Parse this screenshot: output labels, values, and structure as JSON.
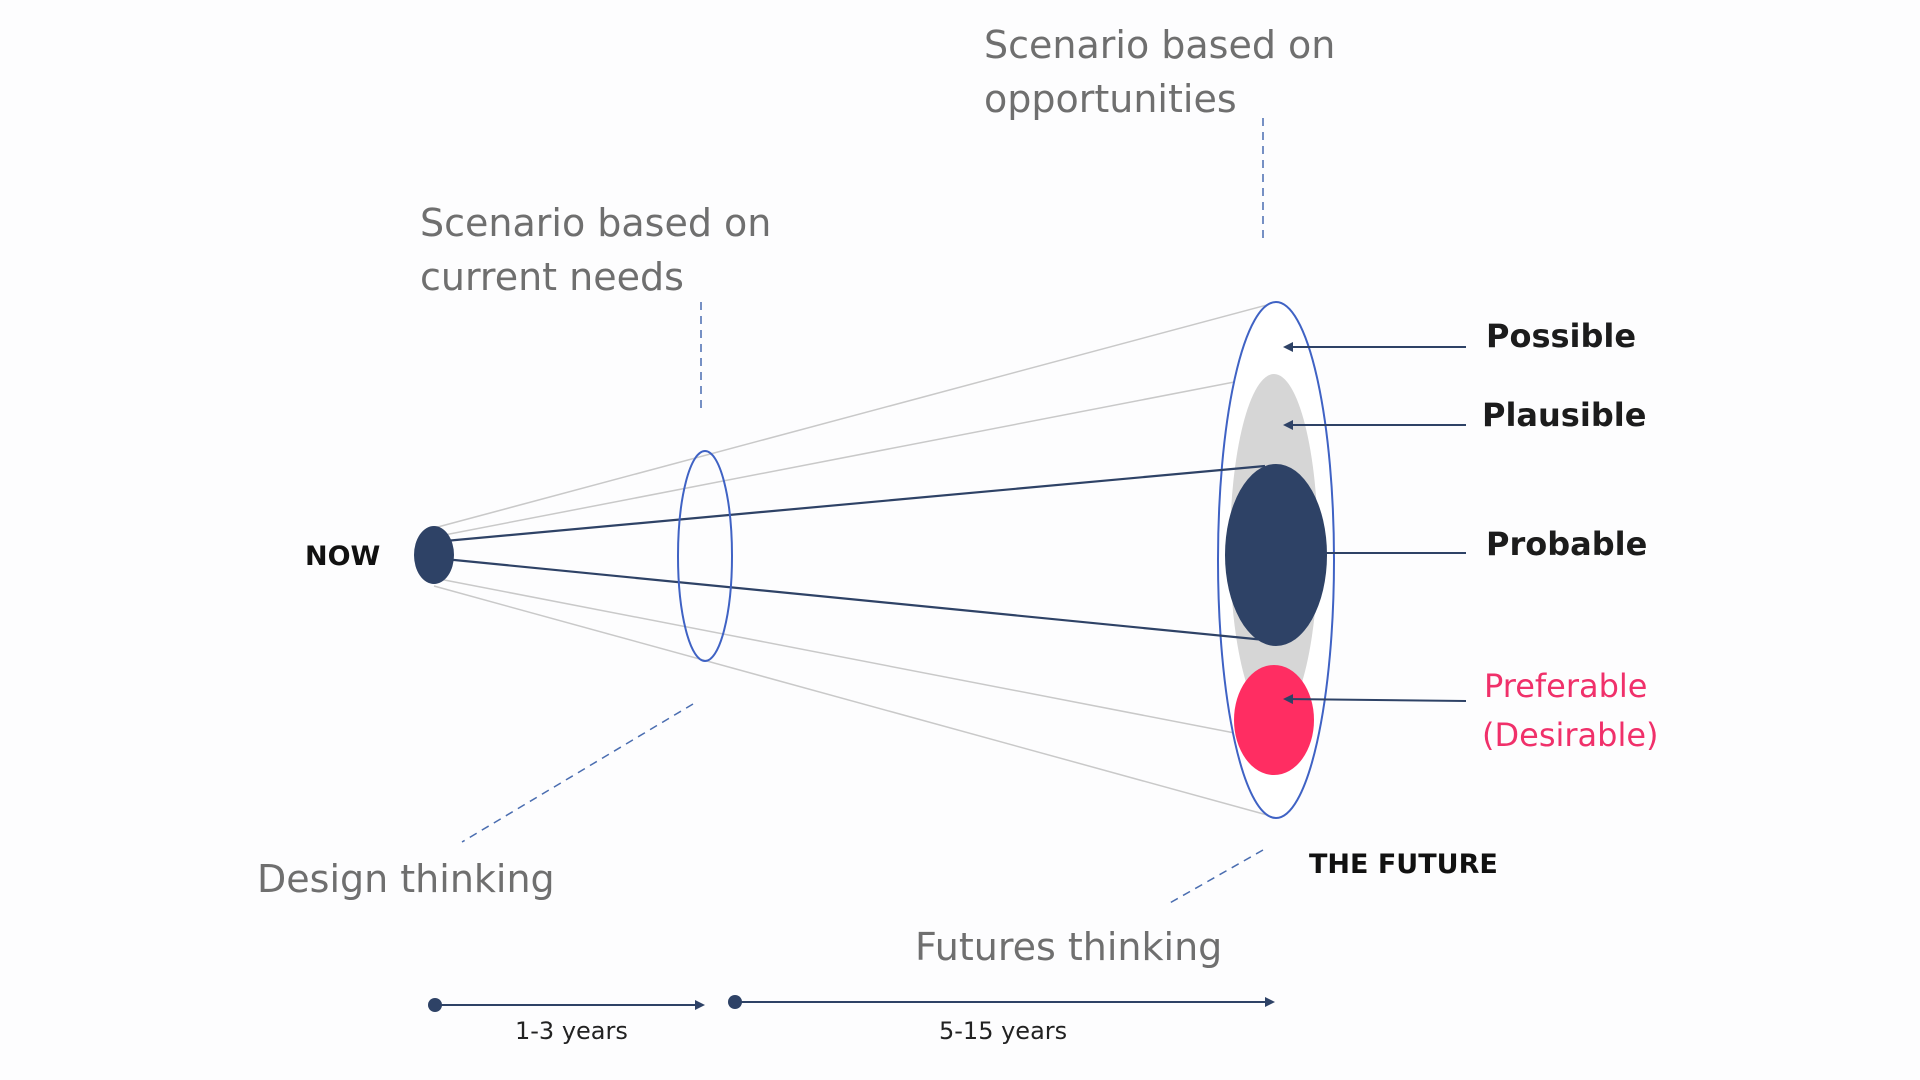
{
  "labels": {
    "now": "NOW",
    "the_future": "THE FUTURE",
    "scenario_opportunities_line1": "Scenario based on",
    "scenario_opportunities_line2": "opportunities",
    "scenario_current_line1": "Scenario based on",
    "scenario_current_line2": "current needs",
    "design_thinking": "Design thinking",
    "futures_thinking": "Futures thinking",
    "possible": "Possible",
    "plausible": "Plausible",
    "probable": "Probable",
    "preferable_line1": "Preferable",
    "preferable_line2": "(Desirable)"
  },
  "timeline": {
    "short_range": "1-3 years",
    "long_range": "5-15 years"
  },
  "colors": {
    "navy": "#2e4266",
    "pink": "#ff2d62",
    "grey": "#d6d6d6",
    "ellipse_outline": "#3f62c4",
    "preferable_text": "#f0306a"
  }
}
